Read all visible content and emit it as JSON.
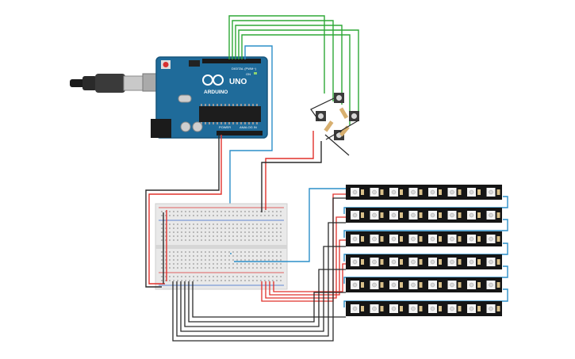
{
  "arduino": {
    "brand": "ARDUINO",
    "model": "UNO",
    "digital_label": "DIGITAL (PWM~)",
    "power_label": "POWER",
    "analog_label": "ANALOG IN",
    "board_color": "#1f6b9a",
    "on_label": "ON"
  },
  "components": {
    "usb_cable": "usb-cable",
    "breadboard": "half-breadboard",
    "buttons": [
      "pushbutton",
      "pushbutton",
      "pushbutton",
      "pushbutton"
    ],
    "led_strips": [
      "neopixel-strip",
      "neopixel-strip",
      "neopixel-strip",
      "neopixel-strip",
      "neopixel-strip",
      "neopixel-strip"
    ]
  },
  "wire_colors": {
    "power": "#e0302a",
    "ground": "#2a2a2a",
    "signal": "#2ea836",
    "data": "#2c8fc9"
  }
}
